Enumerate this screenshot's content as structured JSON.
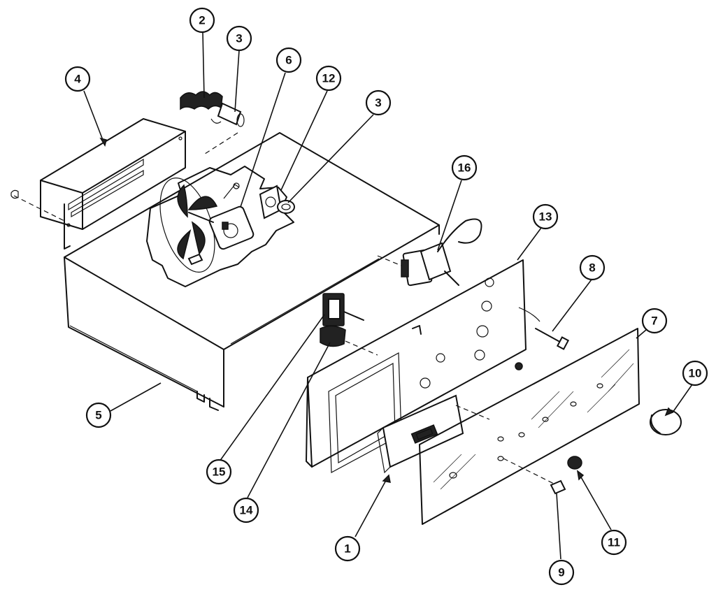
{
  "callouts": [
    {
      "id": "c4",
      "label": "4"
    },
    {
      "id": "c2",
      "label": "2"
    },
    {
      "id": "c3a",
      "label": "3"
    },
    {
      "id": "c6",
      "label": "6"
    },
    {
      "id": "c12",
      "label": "12"
    },
    {
      "id": "c3b",
      "label": "3"
    },
    {
      "id": "c16",
      "label": "16"
    },
    {
      "id": "c13",
      "label": "13"
    },
    {
      "id": "c8",
      "label": "8"
    },
    {
      "id": "c7",
      "label": "7"
    },
    {
      "id": "c10",
      "label": "10"
    },
    {
      "id": "c5",
      "label": "5"
    },
    {
      "id": "c15",
      "label": "15"
    },
    {
      "id": "c14",
      "label": "14"
    },
    {
      "id": "c1",
      "label": "1"
    },
    {
      "id": "c11",
      "label": "11"
    },
    {
      "id": "c9",
      "label": "9"
    }
  ]
}
